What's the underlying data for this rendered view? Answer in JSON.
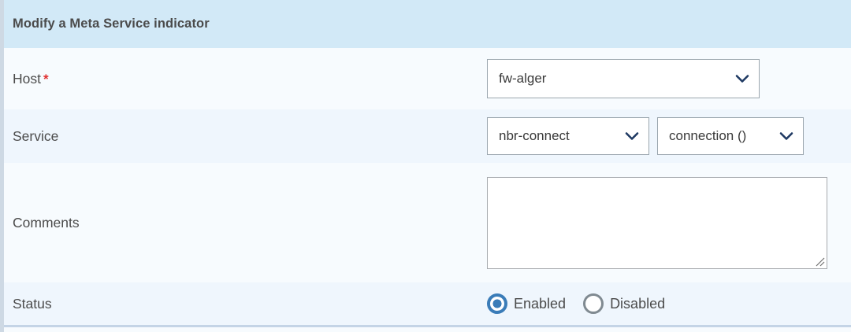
{
  "header": {
    "title": "Modify a Meta Service indicator"
  },
  "fields": {
    "host": {
      "label": "Host",
      "required_marker": "*",
      "select_value": "fw-alger",
      "chevron_icon": "chevron-down-icon"
    },
    "service": {
      "label": "Service",
      "service_value": "nbr-connect",
      "item_value": "connection ()",
      "chevron_icon": "chevron-down-icon"
    },
    "comments": {
      "label": "Comments",
      "value": "",
      "resize_icon": "resize-grip-icon"
    },
    "status": {
      "label": "Status",
      "options": [
        {
          "label": "Enabled",
          "selected": true
        },
        {
          "label": "Disabled",
          "selected": false
        }
      ]
    }
  },
  "colors": {
    "header_bg": "#d2e9f7",
    "row_light": "#f7fbfe",
    "row_tint": "#eff6fd",
    "required_red": "#e03131",
    "radio_blue": "#3a7cb8",
    "chevron_navy": "#1f3a63",
    "rail": "#ced9e4"
  }
}
